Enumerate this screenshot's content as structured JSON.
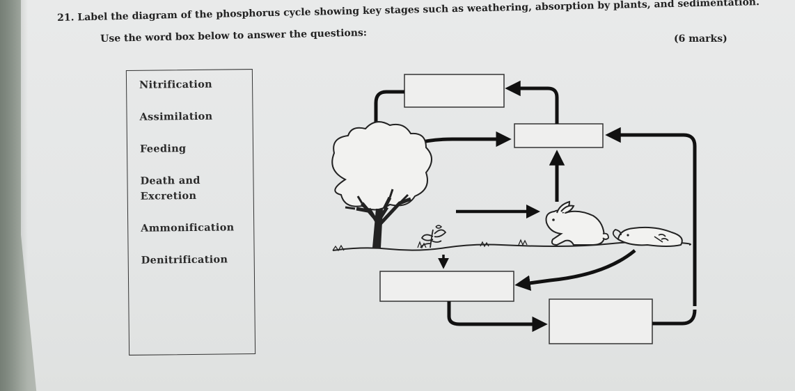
{
  "question": {
    "text": "21. Label the diagram of the phosphorus cycle showing key stages such as weathering, absorption by plants, and sedimentation.",
    "instruction": "Use the word box below to answer the questions:",
    "marks": "(6 marks)"
  },
  "word_box": {
    "words": [
      "Nitrification",
      "Assimilation",
      "Feeding",
      "Death and",
      "Excretion",
      "Ammonification",
      "Denitrification"
    ]
  },
  "diagram": {
    "answer_boxes": [
      "",
      "",
      "",
      "",
      ""
    ]
  }
}
